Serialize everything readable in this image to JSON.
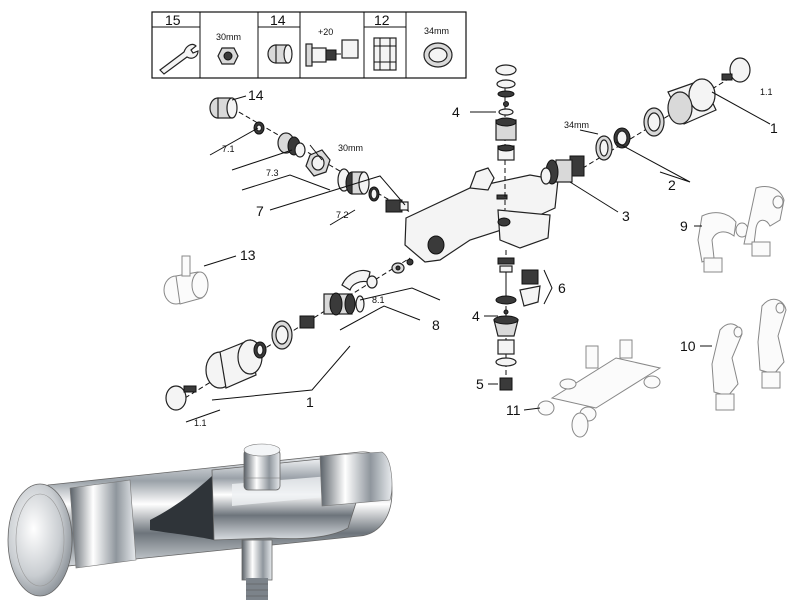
{
  "tools_table": {
    "cells": [
      {
        "number": "15",
        "caption": ""
      },
      {
        "number": "",
        "caption": "30mm"
      },
      {
        "number": "14",
        "caption": ""
      },
      {
        "number": "",
        "caption": "+20"
      },
      {
        "number": "12",
        "caption": ""
      },
      {
        "number": "",
        "caption": "34mm"
      }
    ]
  },
  "callouts": {
    "c14": "14",
    "c7_1": "7.1",
    "c7_3": "7.3",
    "c30mm": "30mm",
    "c7": "7",
    "c7_2": "7.2",
    "c4_top": "4",
    "c34mm": "34mm",
    "c1_1_top": "1.1",
    "c1_top": "1",
    "c2": "2",
    "c3": "3",
    "c9": "9",
    "c13": "13",
    "c6": "6",
    "c8_1": "8.1",
    "c8": "8",
    "c4_bottom": "4",
    "c10": "10",
    "c1_bottom": "1",
    "c5": "5",
    "c11": "11",
    "c1_1_bottom": "1.1"
  }
}
